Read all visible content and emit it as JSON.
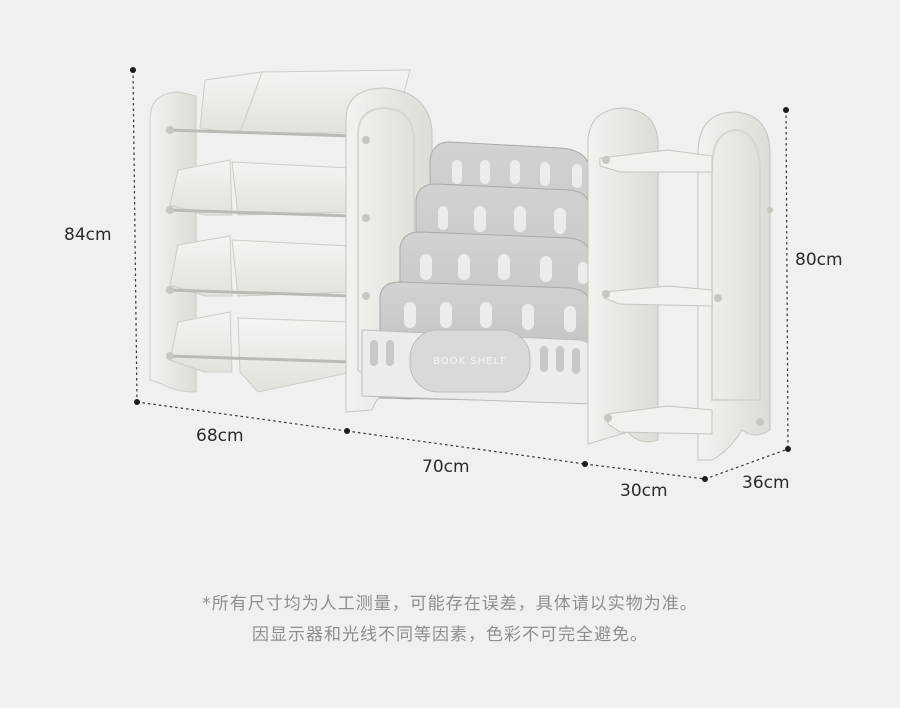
{
  "dimensions": {
    "height_left": "84cm",
    "height_right": "80cm",
    "width_left": "68cm",
    "width_middle": "70cm",
    "width_right": "30cm",
    "depth_right": "36cm"
  },
  "product": {
    "panel_text": "BOOK SHELF"
  },
  "notes": {
    "line1": "*所有尺寸均为人工测量，可能存在误差，具体请以实物为准。",
    "line2": "因显示器和光线不同等因素，色彩不可完全避免。"
  }
}
